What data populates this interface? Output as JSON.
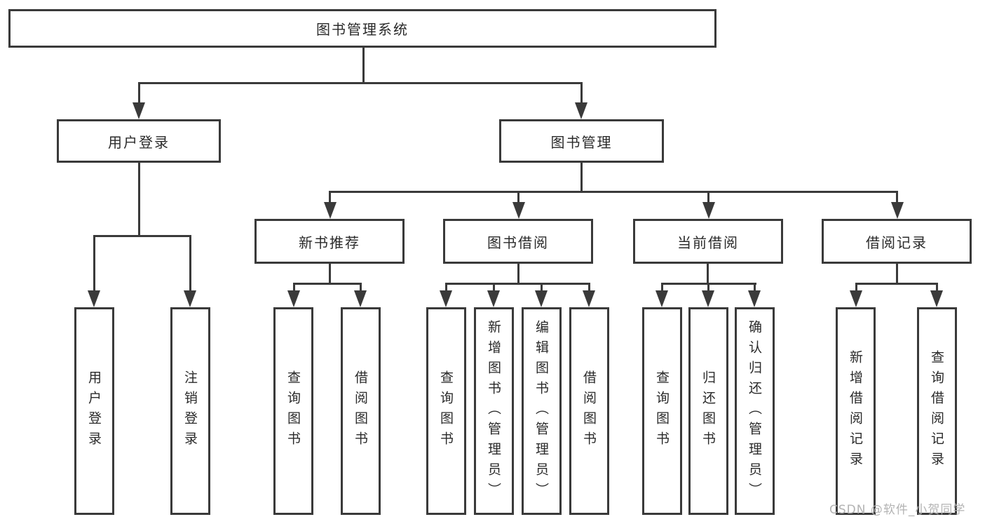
{
  "tree": {
    "root": {
      "label": "图书管理系统"
    },
    "branches": [
      {
        "label": "用户登录",
        "children": [
          {
            "label": "用户登录"
          },
          {
            "label": "注销登录"
          }
        ]
      },
      {
        "label": "图书管理",
        "children": [
          {
            "label": "新书推荐",
            "children": [
              {
                "label": "查询图书"
              },
              {
                "label": "借阅图书"
              }
            ]
          },
          {
            "label": "图书借阅",
            "children": [
              {
                "label": "查询图书"
              },
              {
                "label": "新增图书（管理员）"
              },
              {
                "label": "编辑图书（管理员）"
              },
              {
                "label": "借阅图书"
              }
            ]
          },
          {
            "label": "当前借阅",
            "children": [
              {
                "label": "查询图书"
              },
              {
                "label": "归还图书"
              },
              {
                "label": "确认归还（管理员）"
              }
            ]
          },
          {
            "label": "借阅记录",
            "children": [
              {
                "label": "新增借阅记录"
              },
              {
                "label": "查询借阅记录"
              }
            ]
          }
        ]
      }
    ]
  },
  "watermark": {
    "text": "CSDN @软件_小贺同学"
  },
  "colors": {
    "line": "#3a3a3a",
    "text": "#2a2a2a",
    "watermark": "#b3b3b3",
    "background": "#ffffff"
  }
}
